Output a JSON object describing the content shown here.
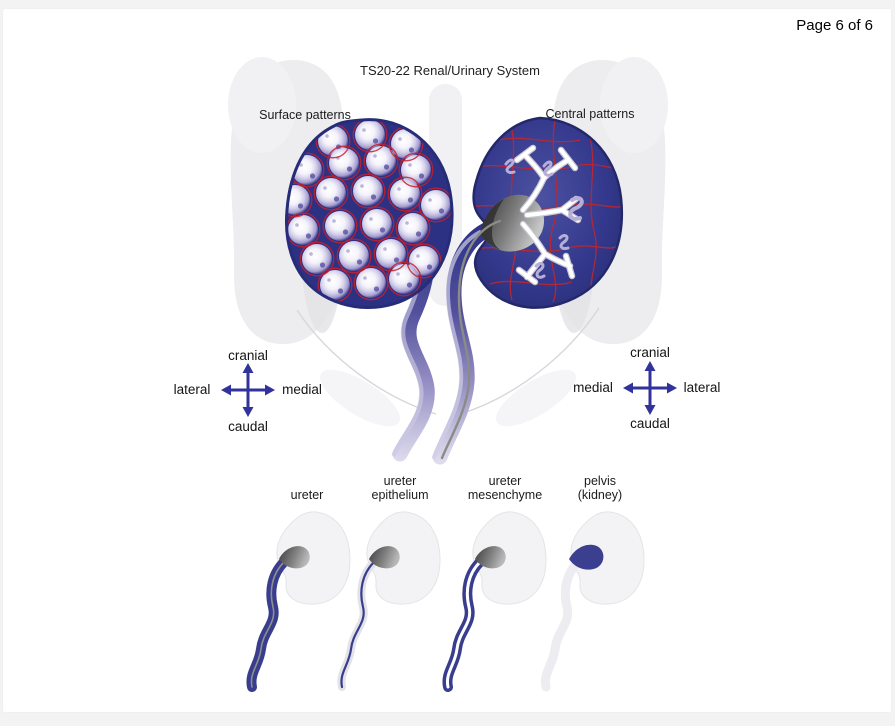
{
  "page": {
    "pagination": "Page 6 of 6"
  },
  "figure": {
    "title": "TS20-22 Renal/Urinary System",
    "panels": {
      "left": "Surface patterns",
      "right": "Central patterns"
    },
    "compass_left": {
      "top": "cranial",
      "left": "lateral",
      "right": "medial",
      "bottom": "caudal"
    },
    "compass_right": {
      "top": "cranial",
      "left": "medial",
      "right": "lateral",
      "bottom": "caudal"
    },
    "bottom_row": [
      {
        "label": "ureter"
      },
      {
        "label": "ureter\nepithelium"
      },
      {
        "label": "ureter\nmesenchyme"
      },
      {
        "label": "pelvis\n(kidney)"
      }
    ],
    "palette": {
      "kidney_blue": "#2c3184",
      "vessel_red": "#c8202b",
      "ureter_purple": "#53519d",
      "compass_arrow_blue": "#32329b",
      "pelvis_gray": "#777777",
      "silhouette_gray": "#ededef"
    }
  }
}
